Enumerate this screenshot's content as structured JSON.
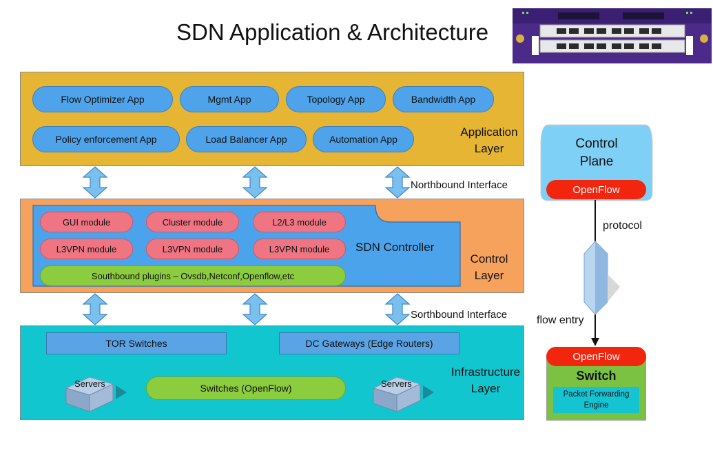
{
  "title": "SDN Application & Architecture",
  "application_layer": {
    "label_line1": "Application",
    "label_line2": "Layer",
    "apps": [
      "Flow Optimizer App",
      "Mgmt App",
      "Topology App",
      "Bandwidth App",
      "Policy enforcement App",
      "Load Balancer App",
      "Automation App"
    ]
  },
  "northbound_label": "Northbound Interface",
  "control_layer": {
    "label_line1": "Control",
    "label_line2": "Layer",
    "controller_label": "SDN Controller",
    "modules": [
      "GUI module",
      "Cluster module",
      "L2/L3 module",
      "L3VPN module",
      "L3VPN module",
      "L3VPN module"
    ],
    "southbound_plugins": "Southbound plugins – Ovsdb,Netconf,Openflow,etc"
  },
  "southbound_label": "Sorthbound Interface",
  "infrastructure_layer": {
    "label_line1": "Infrastructure",
    "label_line2": "Layer",
    "tor_switches": "TOR Switches",
    "dc_gateways": "DC Gateways (Edge Routers)",
    "switches": "Switches (OpenFlow)",
    "servers_left": "Servers",
    "servers_right": "Servers"
  },
  "control_plane": {
    "line1": "Control",
    "line2": "Plane",
    "openflow": "OpenFlow"
  },
  "protocol_label": "protocol",
  "flow_entry_label": "flow entry",
  "switch_box": {
    "openflow": "OpenFlow",
    "title": "Switch",
    "engine_line1": "Packet Forwarding",
    "engine_line2": "Engine"
  },
  "colors": {
    "app_layer": "#e6b534",
    "control_layer": "#f6a15c",
    "infra_layer": "#12c6cf",
    "app_pill": "#4ea3ea",
    "module_pill": "#f07583",
    "green": "#8ccc3f",
    "openflow_red": "#f2250e",
    "control_plane": "#7fd0f7",
    "switch_green": "#7cc242",
    "hardware_purple": "#4b2a8a"
  }
}
